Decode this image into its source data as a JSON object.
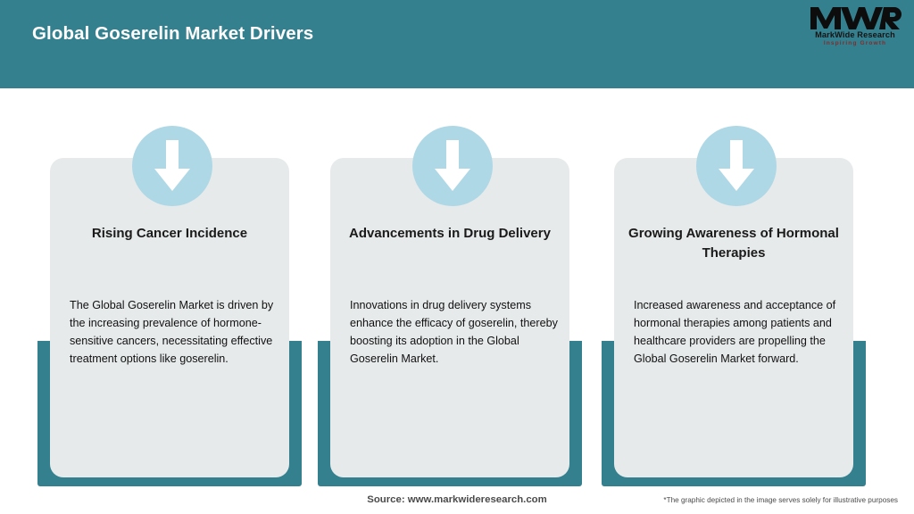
{
  "header": {
    "title": "Global Goserelin Market Drivers",
    "background_color": "#35808F",
    "title_color": "#ffffff"
  },
  "logo": {
    "mark": "MWR",
    "name": "MarkWide Research",
    "tagline": "Inspiring Growth"
  },
  "theme": {
    "teal": "#35808F",
    "card_bg": "#E7EAEB",
    "circle_blue": "#AFD8E6",
    "arrow_color": "#ffffff",
    "text_dark": "#1a1a1a",
    "footer_text": "#4b4b4b"
  },
  "cards": [
    {
      "icon": "arrow-down-icon",
      "title": "Rising Cancer Incidence",
      "body": "The Global Goserelin Market is driven by the increasing prevalence of hormone-sensitive cancers, necessitating effective treatment options like goserelin."
    },
    {
      "icon": "arrow-down-icon",
      "title": "Advancements in Drug Delivery",
      "body": "Innovations in drug delivery systems enhance the efficacy of goserelin, thereby boosting its adoption in the Global Goserelin Market."
    },
    {
      "icon": "arrow-down-icon",
      "title": "Growing Awareness of Hormonal Therapies",
      "body": "Increased awareness and acceptance of hormonal therapies among patients and healthcare providers are propelling the Global Goserelin Market forward."
    }
  ],
  "footer": {
    "source": "Source: www.markwideresearch.com",
    "note": "*The graphic depicted in the image serves solely for illustrative purposes"
  }
}
